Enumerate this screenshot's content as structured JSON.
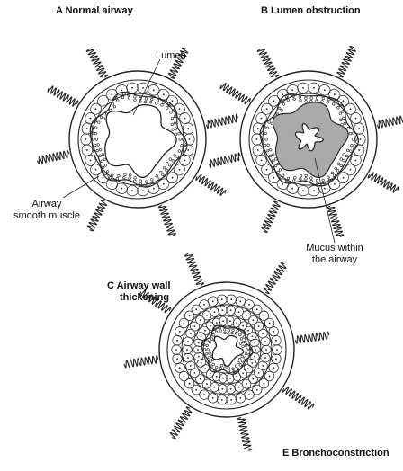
{
  "panels": {
    "a": {
      "title": "A  Normal airway",
      "lumen_label": "Lumen",
      "muscle_label_line1": "Airway",
      "muscle_label_line2": "smooth muscle"
    },
    "b": {
      "title": "B  Lumen obstruction",
      "mucus_label_line1": "Mucus within",
      "mucus_label_line2": "the airway"
    },
    "c": {
      "title_line1": "C  Airway wall",
      "title_line2": "thickening"
    },
    "e": {
      "title": "E  Bronchoconstriction"
    }
  },
  "colors": {
    "ink": "#222222",
    "mucus": "#a9a9a9",
    "paper": "#ffffff"
  }
}
